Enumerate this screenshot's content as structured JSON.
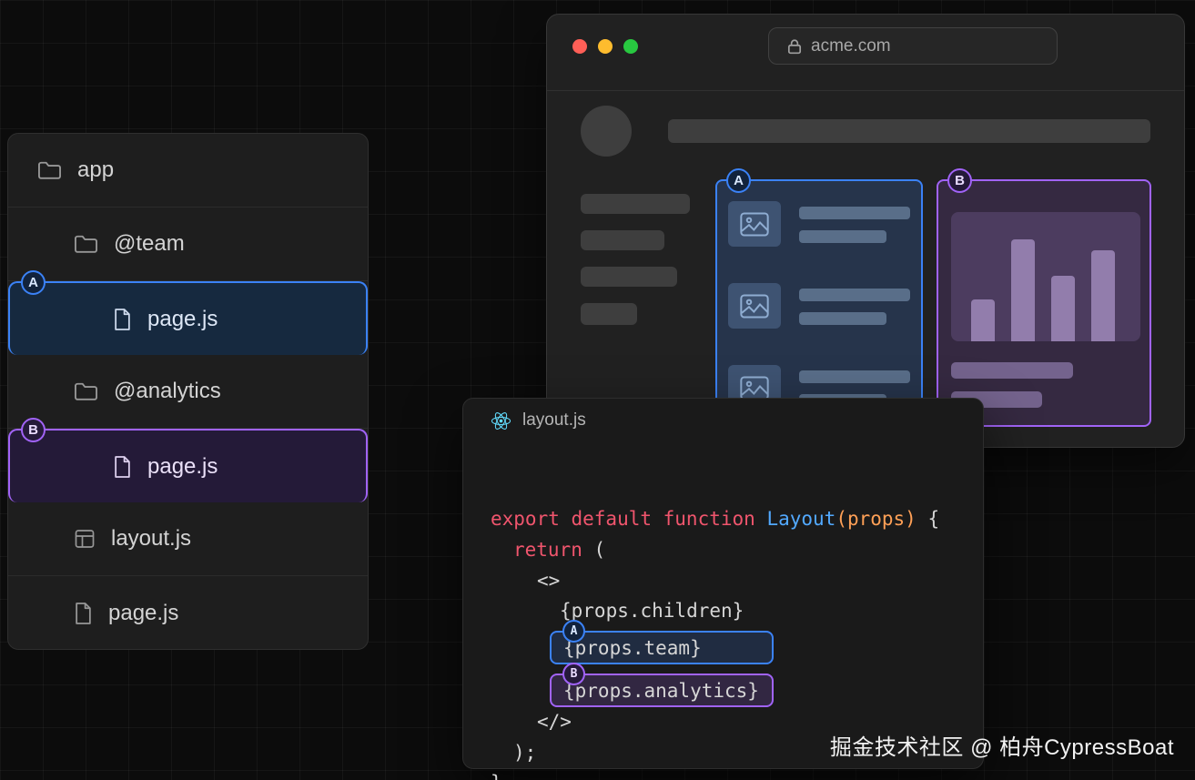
{
  "badges": {
    "a": "A",
    "b": "B"
  },
  "file_tree": {
    "items": [
      {
        "label": "app",
        "type": "folder"
      },
      {
        "label": "@team",
        "type": "folder"
      },
      {
        "label": "page.js",
        "type": "file",
        "badge": "A"
      },
      {
        "label": "@analytics",
        "type": "folder"
      },
      {
        "label": "page.js",
        "type": "file",
        "badge": "B"
      },
      {
        "label": "layout.js",
        "type": "layout-file"
      },
      {
        "label": "page.js",
        "type": "file"
      }
    ]
  },
  "browser": {
    "url": "acme.com"
  },
  "code": {
    "title": "layout.js",
    "l1_kw": "export default function",
    "l1_name": " Layout",
    "l1_args": "(props)",
    "l1_end": " {",
    "l2_kw": "return",
    "l2_end": " (",
    "l3": "<>",
    "l4": "{props.children}",
    "l5": "{props.team}",
    "l6": "{props.analytics}",
    "l7": "</>",
    "l8": ");",
    "l9": "}"
  },
  "watermark": "掘金技术社区 @ 柏舟CypressBoat",
  "colors": {
    "accent_blue": "#3b82f6",
    "accent_purple": "#a163f7",
    "react_cyan": "#61dafb",
    "traffic_red": "#ff5f57",
    "traffic_yellow": "#febc2e",
    "traffic_green": "#28c840",
    "keyword_red": "#f0556d",
    "function_blue": "#52a9ff",
    "props_orange": "#ffa056"
  }
}
